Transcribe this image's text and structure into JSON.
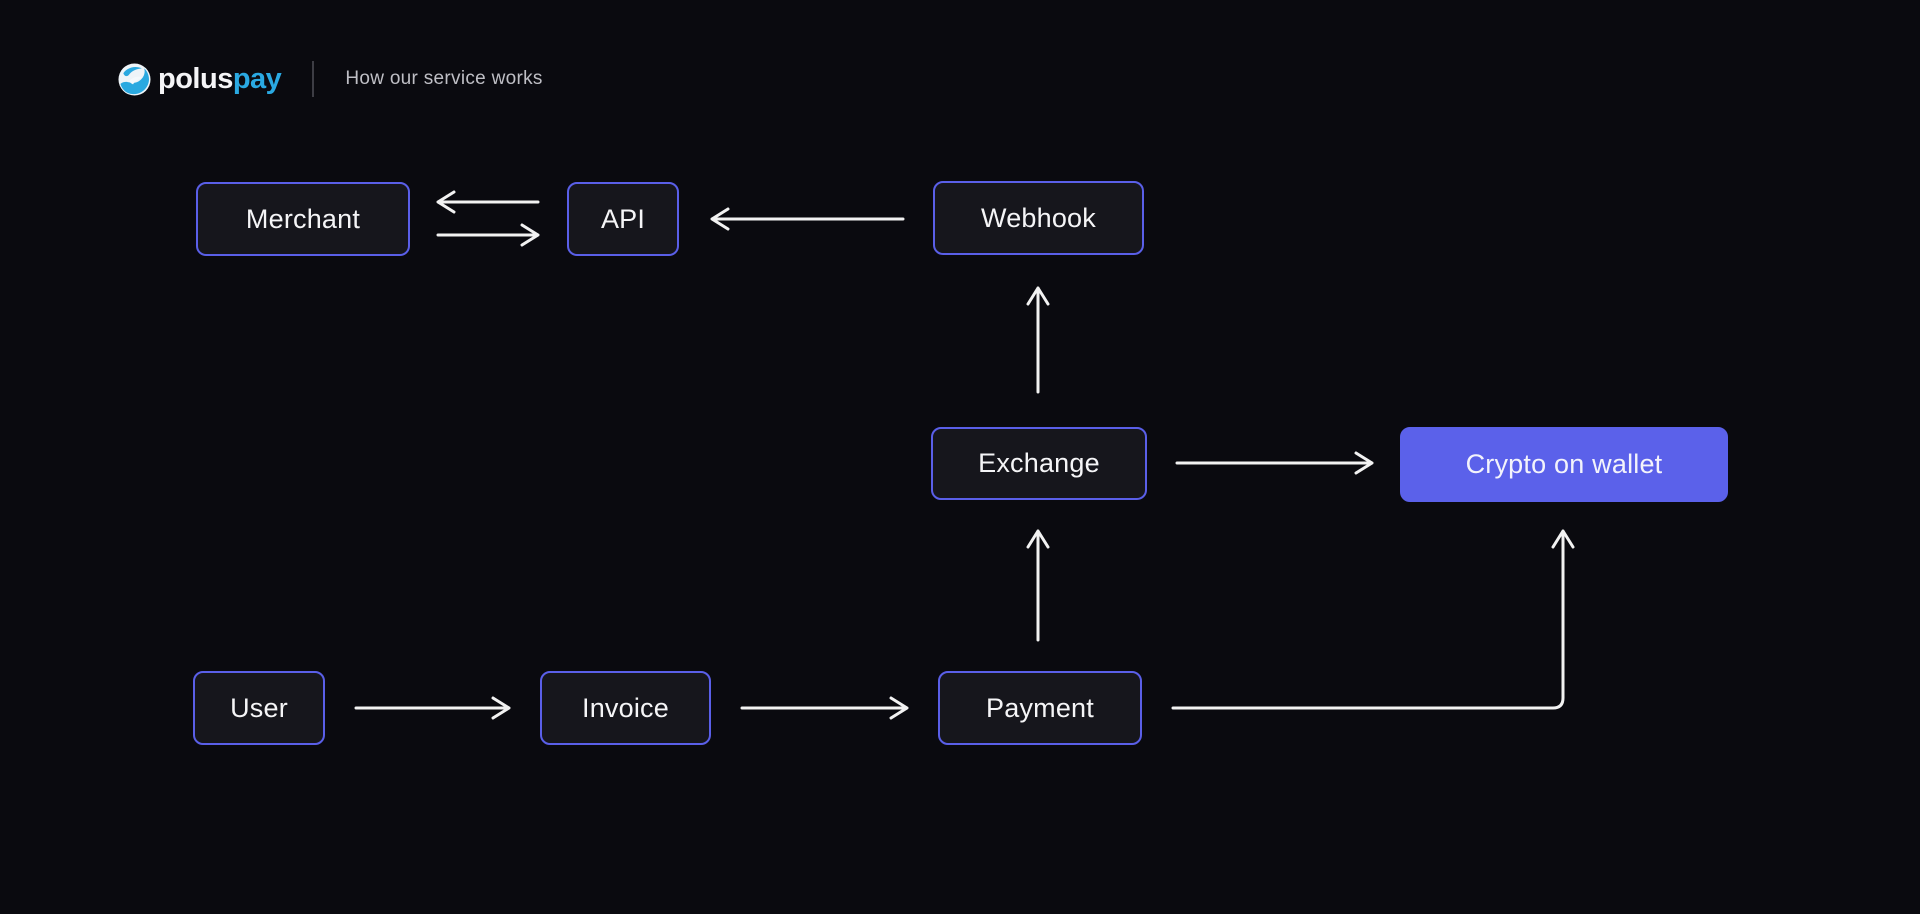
{
  "header": {
    "brand": {
      "icon": "globe-wave-logo-icon",
      "name_primary": "polus",
      "name_accent": "pay"
    },
    "subtitle": "How our service works"
  },
  "diagram": {
    "nodes": [
      {
        "id": "merchant",
        "label": "Merchant",
        "style": "outlined"
      },
      {
        "id": "api",
        "label": "API",
        "style": "outlined"
      },
      {
        "id": "webhook",
        "label": "Webhook",
        "style": "outlined"
      },
      {
        "id": "exchange",
        "label": "Exchange",
        "style": "outlined"
      },
      {
        "id": "crypto-on-wallet",
        "label": "Crypto on wallet",
        "style": "filled"
      },
      {
        "id": "user",
        "label": "User",
        "style": "outlined"
      },
      {
        "id": "invoice",
        "label": "Invoice",
        "style": "outlined"
      },
      {
        "id": "payment",
        "label": "Payment",
        "style": "outlined"
      }
    ],
    "edges": [
      {
        "from": "api",
        "to": "merchant"
      },
      {
        "from": "merchant",
        "to": "api"
      },
      {
        "from": "webhook",
        "to": "api"
      },
      {
        "from": "exchange",
        "to": "webhook"
      },
      {
        "from": "payment",
        "to": "exchange"
      },
      {
        "from": "exchange",
        "to": "crypto-on-wallet"
      },
      {
        "from": "user",
        "to": "invoice"
      },
      {
        "from": "invoice",
        "to": "payment"
      },
      {
        "from": "payment",
        "to": "crypto-on-wallet"
      }
    ]
  },
  "colors": {
    "background": "#0a0a0f",
    "node_fill": "#16161c",
    "node_border": "#5a5fe8",
    "highlight_fill": "#5b61ea",
    "arrow": "#f2f2f2",
    "text": "#f5f5f7",
    "brand_accent": "#2aa9e2",
    "subtitle_text": "#bfbfc5"
  }
}
